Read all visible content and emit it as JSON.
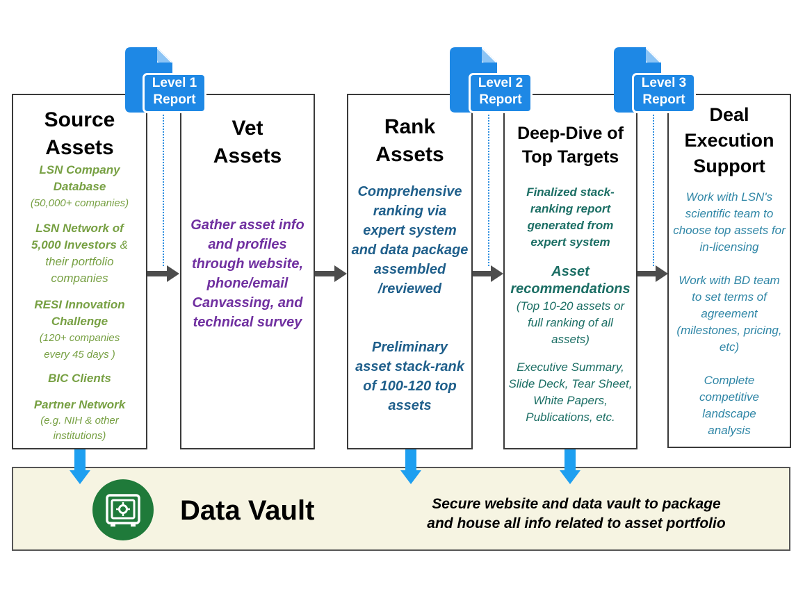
{
  "stages": [
    {
      "title": [
        "Source",
        "Assets"
      ],
      "items": [
        {
          "bold": "LSN Company Database",
          "light": "(50,000+ companies)"
        },
        {
          "bold": "LSN Network of 5,000 Investors",
          "light": "& their portfolio companies"
        },
        {
          "bold": "RESI Innovation Challenge",
          "light": "(120+ companies every 45 days )"
        },
        {
          "bold": "BIC Clients"
        },
        {
          "bold": "Partner Network",
          "light": "(e.g. NIH & other institutions)"
        }
      ]
    },
    {
      "title": [
        "Vet",
        "Assets"
      ],
      "body": "Gather asset info and profiles through website, phone/email Canvassing, and technical survey"
    },
    {
      "title": [
        "Rank",
        "Assets"
      ],
      "body1": "Comprehensive ranking via expert system and data package assembled /reviewed",
      "body2": "Preliminary asset stack-rank of 100-120 top assets"
    },
    {
      "title": [
        "Deep-Dive of",
        "Top Targets"
      ],
      "body1": "Finalized stack-ranking report generated from expert system",
      "body2_bold": "Asset recommendations",
      "body2_light": "(Top 10-20 assets or full ranking of all assets)",
      "body3": "Executive Summary, Slide Deck, Tear Sheet, White Papers, Publications, etc."
    },
    {
      "title": [
        "Deal",
        "Execution",
        "Support"
      ],
      "items": [
        "Work with LSN's scientific team to choose top assets for in-licensing",
        "Work with BD team to set terms of agreement (milestones, pricing, etc)",
        "Complete competitive landscape analysis"
      ]
    }
  ],
  "reports": [
    {
      "line1": "Level 1",
      "line2": "Report"
    },
    {
      "line1": "Level 2",
      "line2": "Report"
    },
    {
      "line1": "Level 3",
      "line2": "Report"
    }
  ],
  "vault": {
    "title": "Data Vault",
    "description_line1": "Secure website and data vault to package",
    "description_line2": "and house all info related to asset portfolio",
    "icon": "safe-icon"
  },
  "colors": {
    "report_blue": "#1e88e5",
    "arrow_gray": "#4d4d4d",
    "down_arrow_blue": "#1e9ff0",
    "vault_green": "#1f7a3a",
    "vault_bg": "#f6f4e2"
  }
}
